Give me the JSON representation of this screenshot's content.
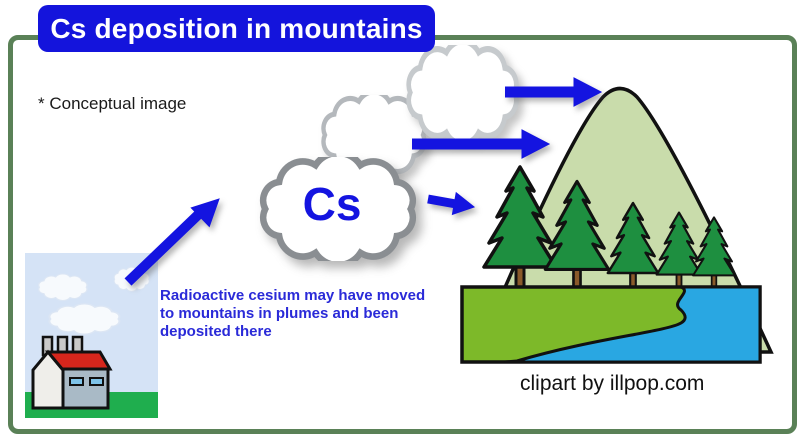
{
  "title": {
    "label": "Cs deposition in mountains"
  },
  "note": "* Conceptual image",
  "plume": {
    "label": "Cs"
  },
  "caption": {
    "lines": [
      "Radioactive cesium may have moved",
      "to mountains in plumes and been",
      "deposited there"
    ]
  },
  "credit": "clipart by illpop.com",
  "icons": {
    "plume_cloud": "scalloped-cloud",
    "flow_arrow": "thick-right-arrow",
    "emission_arrow": "thick-diagonal-arrow",
    "factory": "factory-with-chimneys",
    "mountain": "green-mountain",
    "pine_tree": "pine-tree",
    "river": "blue-river"
  },
  "colors": {
    "title_bg": "#1414DC",
    "arrow": "#1414E0",
    "cs_text": "#1414E0",
    "caption_text": "#2A2AD8",
    "credit_text": "#111111",
    "frame": "#5A8157",
    "mountain": "#C9DCAB",
    "tree": "#1E8F40",
    "trunk": "#8A5A2A",
    "land": "#7DB929",
    "water": "#29A7E2",
    "sky": "#D5E3F6",
    "grass": "#1FAE4E",
    "roof": "#D6261C",
    "building": "#A9BAC6",
    "house": "#EFEEEA",
    "window": "#7EC3E8",
    "smoke": "#F7FAFD",
    "cloud_fill": "#FFFFFF",
    "cloud_dark": "#8A8E92",
    "cloud_mid": "#B4B8BC",
    "cloud_light": "#C6CACD"
  }
}
